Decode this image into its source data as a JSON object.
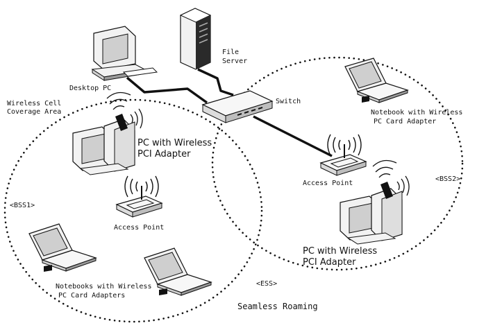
{
  "devices": {
    "desktop_pc": "Desktop PC",
    "file_server": [
      "File",
      "Server"
    ],
    "switch": "Switch",
    "access_point_1": "Access Point",
    "access_point_2": "Access Point",
    "pc_wireless_1": [
      "PC with Wireless",
      "PCI Adapter"
    ],
    "pc_wireless_2": [
      "PC with Wireless",
      "PCI Adapter"
    ],
    "notebook_right": [
      "Notebook with Wireless",
      "PC Card Adapter"
    ],
    "notebooks_left": [
      "Notebooks with Wireless",
      "PC Card Adapters"
    ]
  },
  "areas": {
    "coverage": [
      "Wireless Cell",
      "Coverage Area"
    ],
    "bss1": "<BSS1>",
    "bss2": "<BSS2>",
    "ess": "<ESS>"
  },
  "caption": "Seamless Roaming",
  "colors": {
    "ink": "#111111",
    "device_fill": "#f2f2f2",
    "screen": "#cfcfcf",
    "shade": "#9a9a9a"
  }
}
